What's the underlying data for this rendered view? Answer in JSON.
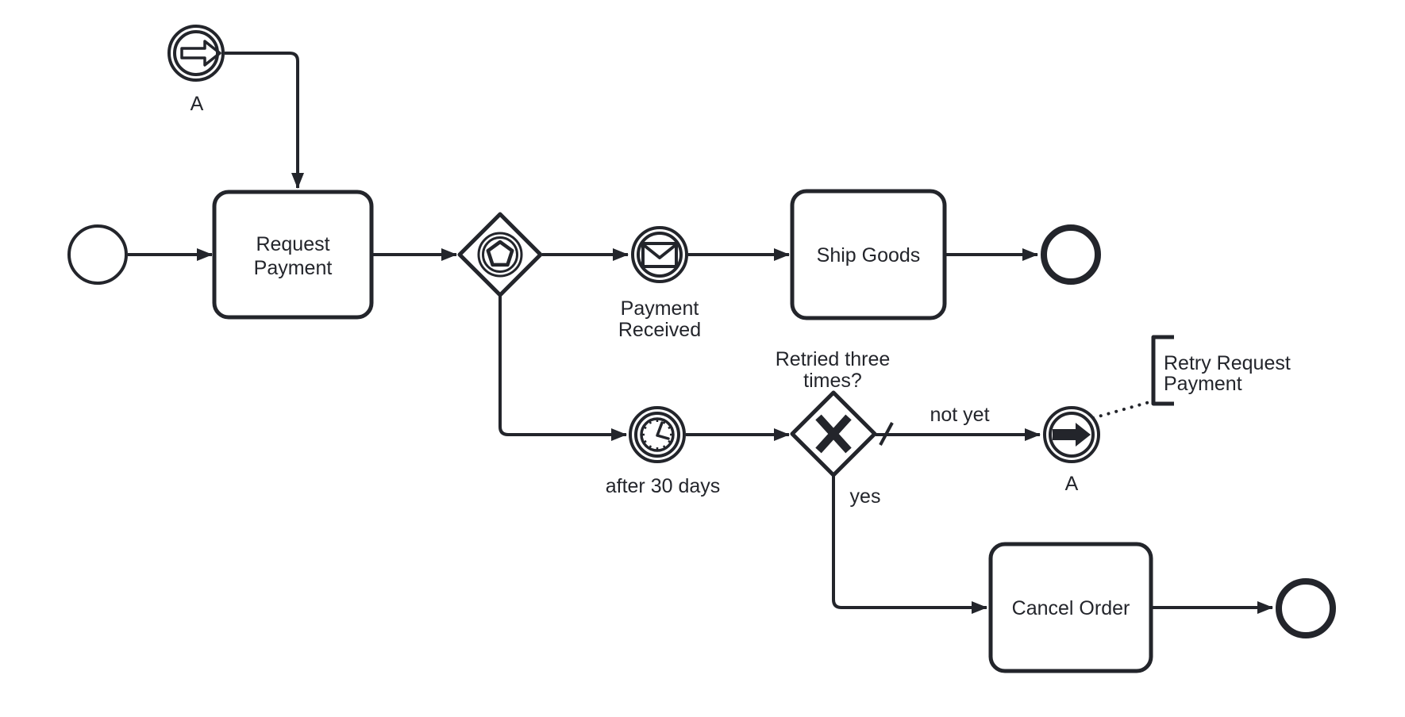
{
  "app": {
    "type": "bpmn-process-diagram",
    "background": "#ffffff"
  },
  "colors": {
    "stroke": "#23252b",
    "fill": "#ffffff"
  },
  "process": {
    "link_catch_event": {
      "kind": "link-intermediate-catch-event",
      "label": "A"
    },
    "start_event": {
      "kind": "start-event"
    },
    "tasks": {
      "request_payment": {
        "line1": "Request",
        "line2": "Payment"
      },
      "ship_goods": {
        "label": "Ship Goods"
      },
      "cancel_order": {
        "label": "Cancel Order"
      }
    },
    "events": {
      "payment_received": {
        "kind": "message-intermediate-catch-event",
        "line1": "Payment",
        "line2": "Received"
      },
      "timer": {
        "kind": "timer-intermediate-catch-event",
        "label": "after 30 days"
      },
      "link_throw": {
        "kind": "link-intermediate-throw-event",
        "label": "A"
      }
    },
    "gateways": {
      "event_based": {
        "kind": "event-based-gateway"
      },
      "retry_check": {
        "kind": "exclusive-gateway",
        "line1": "Retried three",
        "line2": "times?"
      }
    },
    "end_events": {
      "count": 2
    },
    "flows": {
      "not_yet": {
        "label": "not yet",
        "default": true
      },
      "yes": {
        "label": "yes"
      }
    },
    "annotation": {
      "line1": "Retry Request",
      "line2": "Payment"
    }
  }
}
